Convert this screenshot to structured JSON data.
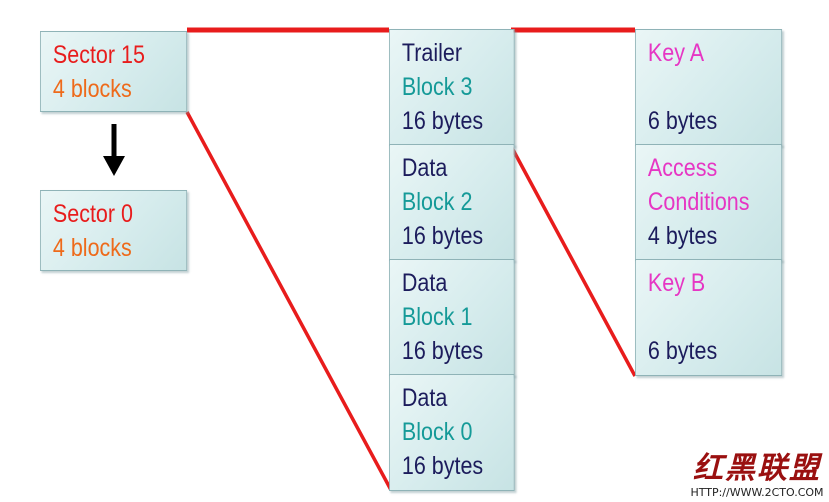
{
  "sectors": {
    "top": {
      "label": "Sector 15",
      "count": "4 blocks"
    },
    "bottom": {
      "label": "Sector 0",
      "count": "4 blocks"
    }
  },
  "blocks": [
    {
      "type": "Trailer",
      "name": "Block 3",
      "size": "16 bytes"
    },
    {
      "type": "Data",
      "name": "Block 2",
      "size": "16 bytes"
    },
    {
      "type": "Data",
      "name": "Block 1",
      "size": "16 bytes"
    },
    {
      "type": "Data",
      "name": "Block 0",
      "size": "16 bytes"
    }
  ],
  "trailer": {
    "key_a": {
      "label": "Key A",
      "size": "6 bytes"
    },
    "access": {
      "line1": "Access",
      "line2": "Conditions",
      "size": "4 bytes"
    },
    "key_b": {
      "label": "Key B",
      "size": "6 bytes"
    }
  },
  "watermark": {
    "logo": "红黑联盟",
    "url": "HTTP://WWW.2CTO.COM"
  },
  "colors": {
    "connector": "#e81c1c",
    "box_border": "#8fb3b7",
    "box_fill": "#d6eced",
    "sector_label": "#e81c1c",
    "block_count": "#ee6a1a",
    "type_text": "#1c1c5c",
    "block_name": "#159a98",
    "key_label": "#e636c4"
  }
}
